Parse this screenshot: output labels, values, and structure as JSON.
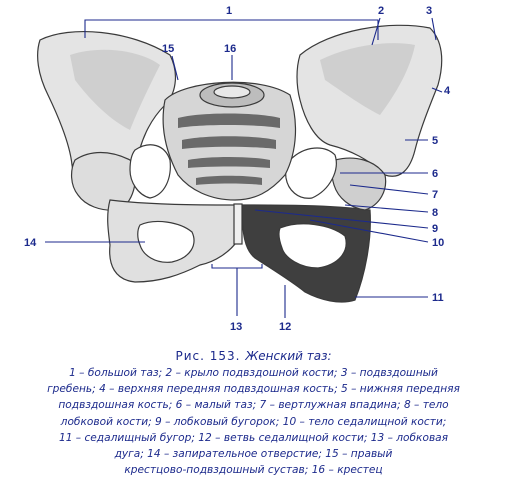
{
  "labels": {
    "n1": "1",
    "n2": "2",
    "n3": "3",
    "n4": "4",
    "n5": "5",
    "n6": "6",
    "n7": "7",
    "n8": "8",
    "n9": "9",
    "n10": "10",
    "n11": "11",
    "n12": "12",
    "n13": "13",
    "n14": "14",
    "n15": "15",
    "n16": "16"
  },
  "caption": {
    "prefix": "Рис. 153.",
    "title": "Женский таз:",
    "lines": [
      "1 – большой таз; 2 – крыло подвздошной кости; 3 – подвздошный",
      "гребень; 4 – верхняя передняя подвздошная кость; 5 – нижняя передняя",
      "подвздошная кость; 6 – малый таз; 7 – вертлужная впадина; 8 – тело",
      "лобковой кости; 9 – лобковый бугорок; 10 – тело седалищной кости;",
      "11 – седалищный бугор; 12 – ветвь седалищной кости; 13 – лобковая",
      "дуга; 14 – запирательное отверстие; 15 – правый",
      "крестцово-подвздошный сустав; 16 – крестец"
    ]
  },
  "colors": {
    "leader": "#1c2a8c",
    "bone": "#e3e3e3",
    "shadow": "#4a4a4a"
  }
}
